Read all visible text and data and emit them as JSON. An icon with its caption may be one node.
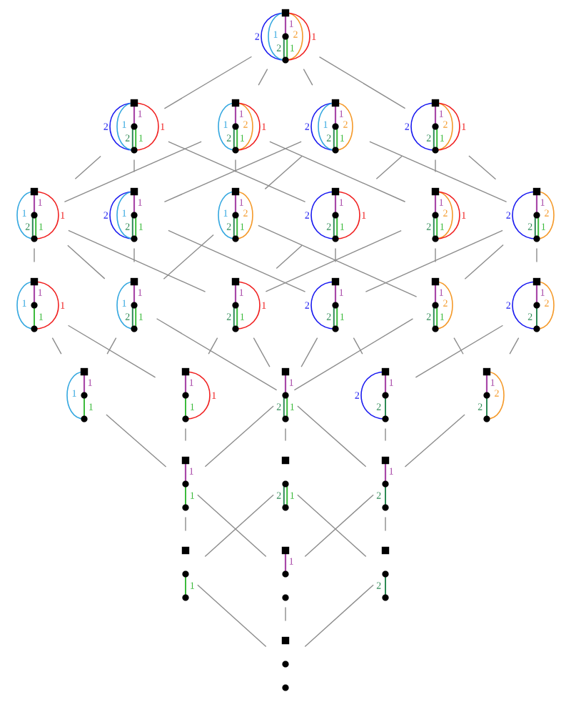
{
  "diagram": {
    "nodes": [
      {
        "text": [
          "2",
          "1",
          "1",
          "2",
          "1",
          "2",
          "1"
        ]
      },
      {
        "text": [
          "2",
          "1",
          "1",
          "2",
          "1",
          "1"
        ]
      },
      {
        "text": [
          "1",
          "1",
          "2",
          "1",
          "2",
          "1"
        ]
      },
      {
        "text": [
          "2",
          "1",
          "1",
          "2",
          "1",
          "2"
        ]
      },
      {
        "text": [
          "2",
          "1",
          "2",
          "1",
          "2",
          "1"
        ]
      },
      {
        "text": [
          "1",
          "1",
          "2",
          "1",
          "1"
        ]
      },
      {
        "text": [
          "2",
          "1",
          "1",
          "2",
          "1"
        ]
      },
      {
        "text": [
          "1",
          "1",
          "2",
          "1",
          "2"
        ]
      },
      {
        "text": [
          "2",
          "1",
          "2",
          "1",
          "1"
        ]
      },
      {
        "text": [
          "1",
          "2",
          "1",
          "2",
          "1"
        ]
      },
      {
        "text": [
          "2",
          "1",
          "2",
          "1",
          "2"
        ]
      },
      {
        "text": [
          "1",
          "1",
          "1",
          "1"
        ]
      },
      {
        "text": [
          "1",
          "1",
          "2",
          "1"
        ]
      },
      {
        "text": [
          "1",
          "2",
          "1",
          "1"
        ]
      },
      {
        "text": [
          "2",
          "1",
          "2",
          "1"
        ]
      },
      {
        "text": [
          "1",
          "2",
          "1",
          "2"
        ]
      },
      {
        "text": [
          "2",
          "1",
          "2",
          "2"
        ]
      },
      {
        "text": [
          "1",
          "1",
          "1"
        ]
      },
      {
        "text": [
          "1",
          "1",
          "1"
        ]
      },
      {
        "text": [
          "1",
          "2",
          "1"
        ]
      },
      {
        "text": [
          "2",
          "1",
          "2"
        ]
      },
      {
        "text": [
          "1",
          "2",
          "2"
        ]
      },
      {
        "text": [
          "1",
          "1"
        ]
      },
      {
        "text": [
          "2",
          "1"
        ]
      },
      {
        "text": [
          "1",
          "2"
        ]
      },
      {
        "text": [
          "1"
        ]
      },
      {
        "text": [
          "1"
        ]
      },
      {
        "text": [
          "2"
        ]
      },
      {
        "text": [],
        "shape": "picture"
      }
    ],
    "edges": [
      {
        "from": 0,
        "to": 1,
        "arrow": "none"
      },
      {
        "from": 0,
        "to": 2,
        "arrow": "none"
      },
      {
        "from": 0,
        "to": 3,
        "arrow": "none"
      },
      {
        "from": 0,
        "to": 4,
        "arrow": "none"
      },
      {
        "from": 1,
        "to": 5,
        "arrow": "none"
      },
      {
        "from": 2,
        "to": 5,
        "arrow": "none"
      },
      {
        "from": 1,
        "to": 6,
        "arrow": "none"
      },
      {
        "from": 3,
        "to": 6,
        "arrow": "none"
      },
      {
        "from": 2,
        "to": 7,
        "arrow": "none"
      },
      {
        "from": 3,
        "to": 7,
        "arrow": "none"
      },
      {
        "from": 1,
        "to": 8,
        "arrow": "none"
      },
      {
        "from": 4,
        "to": 8,
        "arrow": "none"
      },
      {
        "from": 2,
        "to": 9,
        "arrow": "none"
      },
      {
        "from": 4,
        "to": 9,
        "arrow": "none"
      },
      {
        "from": 3,
        "to": 10,
        "arrow": "none"
      },
      {
        "from": 4,
        "to": 10,
        "arrow": "none"
      },
      {
        "from": 5,
        "to": 11,
        "arrow": "none"
      },
      {
        "from": 5,
        "to": 12,
        "arrow": "none"
      },
      {
        "from": 6,
        "to": 12,
        "arrow": "none"
      },
      {
        "from": 7,
        "to": 12,
        "arrow": "none"
      },
      {
        "from": 5,
        "to": 13,
        "arrow": "none"
      },
      {
        "from": 8,
        "to": 13,
        "arrow": "none"
      },
      {
        "from": 9,
        "to": 13,
        "arrow": "none"
      },
      {
        "from": 6,
        "to": 14,
        "arrow": "none"
      },
      {
        "from": 8,
        "to": 14,
        "arrow": "none"
      },
      {
        "from": 10,
        "to": 14,
        "arrow": "none"
      },
      {
        "from": 7,
        "to": 15,
        "arrow": "none"
      },
      {
        "from": 9,
        "to": 15,
        "arrow": "none"
      },
      {
        "from": 10,
        "to": 15,
        "arrow": "none"
      },
      {
        "from": 10,
        "to": 16,
        "arrow": "none"
      },
      {
        "from": 11,
        "to": 17,
        "arrow": "none"
      },
      {
        "from": 12,
        "to": 17,
        "arrow": "none"
      },
      {
        "from": 11,
        "to": 18,
        "arrow": "none"
      },
      {
        "from": 13,
        "to": 18,
        "arrow": "none"
      },
      {
        "from": 12,
        "to": 19,
        "arrow": "none"
      },
      {
        "from": 13,
        "to": 19,
        "arrow": "none"
      },
      {
        "from": 14,
        "to": 19,
        "arrow": "none"
      },
      {
        "from": 15,
        "to": 19,
        "arrow": "none"
      },
      {
        "from": 14,
        "to": 20,
        "arrow": "none"
      },
      {
        "from": 16,
        "to": 20,
        "arrow": "none"
      },
      {
        "from": 15,
        "to": 21,
        "arrow": "none"
      },
      {
        "from": 16,
        "to": 21,
        "arrow": "none"
      },
      {
        "from": 17,
        "to": 22,
        "arrow": "none"
      },
      {
        "from": 18,
        "to": 22,
        "arrow": "none"
      },
      {
        "from": 19,
        "to": 22,
        "arrow": "none"
      },
      {
        "from": 19,
        "to": 23,
        "arrow": "none"
      },
      {
        "from": 19,
        "to": 24,
        "arrow": "none"
      },
      {
        "from": 20,
        "to": 24,
        "arrow": "none"
      },
      {
        "from": 21,
        "to": 24,
        "arrow": "none"
      },
      {
        "from": 22,
        "to": 25,
        "arrow": "none"
      },
      {
        "from": 23,
        "to": 25,
        "arrow": "none"
      },
      {
        "from": 22,
        "to": 26,
        "arrow": "none"
      },
      {
        "from": 24,
        "to": 26,
        "arrow": "none"
      },
      {
        "from": 23,
        "to": 27,
        "arrow": "none"
      },
      {
        "from": 24,
        "to": 27,
        "arrow": "none"
      },
      {
        "from": 25,
        "to": 28,
        "arrow": "none"
      },
      {
        "from": 26,
        "to": 28,
        "arrow": "none"
      },
      {
        "from": 27,
        "to": 28,
        "arrow": "none"
      }
    ]
  }
}
